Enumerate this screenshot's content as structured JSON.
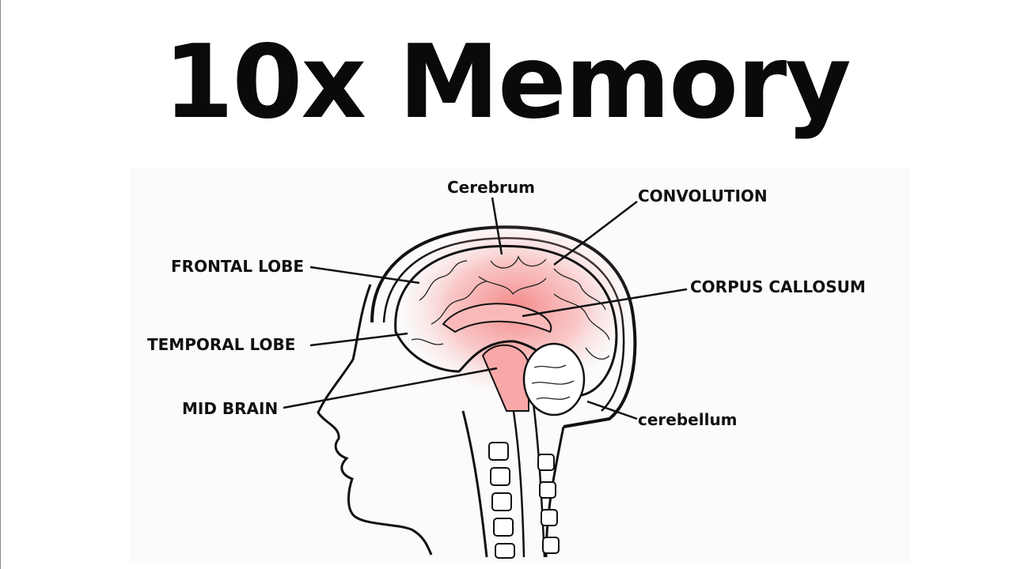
{
  "title": "10x Memory",
  "labels": {
    "cerebrum": "Cerebrum",
    "convolution": "CONVOLUTION",
    "frontal_lobe": "FRONTAL LOBE",
    "corpus_callosum": "CORPUS CALLOSUM",
    "temporal_lobe": "TEMPORAL LOBE",
    "mid_brain": "MID BRAIN",
    "cerebellum": "cerebellum"
  },
  "colors": {
    "highlight": "#f26b6b",
    "ink": "#111111",
    "background": "#ffffff"
  }
}
